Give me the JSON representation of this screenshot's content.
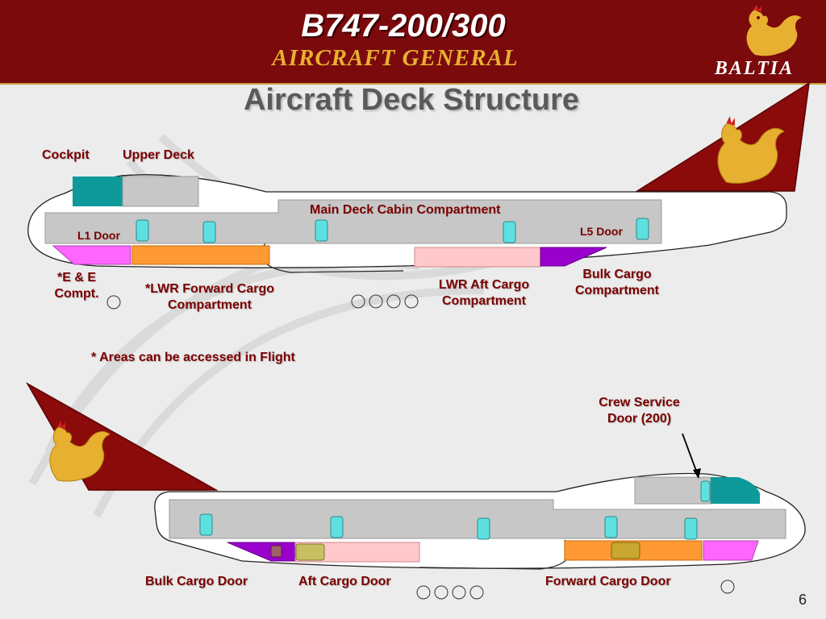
{
  "header": {
    "title": "B747-200/300",
    "subtitle": "AIRCRAFT GENERAL",
    "logo_text": "BALTIA"
  },
  "page_title": "Aircraft Deck Structure",
  "top_view_labels": {
    "cockpit": "Cockpit",
    "upper_deck": "Upper Deck",
    "main_deck": "Main Deck Cabin Compartment",
    "l1_door": "L1 Door",
    "l5_door": "L5 Door",
    "ee_line1": "*E & E",
    "ee_line2": "Compt.",
    "lwr_fwd_line1": "*LWR Forward Cargo",
    "lwr_fwd_line2": "Compartment",
    "lwr_aft_line1": "LWR Aft Cargo",
    "lwr_aft_line2": "Compartment",
    "bulk_line1": "Bulk Cargo",
    "bulk_line2": "Compartment"
  },
  "footnote": "* Areas can be accessed in Flight",
  "bottom_view_labels": {
    "crew_door_line1": "Crew Service",
    "crew_door_line2": "Door (200)",
    "bulk_cargo_door": "Bulk Cargo Door",
    "aft_cargo_door": "Aft Cargo Door",
    "forward_cargo_door": "Forward Cargo Door"
  },
  "page_number": "6",
  "colors": {
    "header_bg": "#7b0a0d",
    "gold": "#e8b030",
    "tail": "#8b0a0a",
    "cockpit": "#0e9a9a",
    "door": "#5ee0e0",
    "deck": "#c7c7c7",
    "ee": "#ff66ff",
    "fwd_cargo": "#ff9933",
    "aft_cargo": "#ffc8cc",
    "bulk": "#9900cc",
    "label": "#7b0000"
  }
}
